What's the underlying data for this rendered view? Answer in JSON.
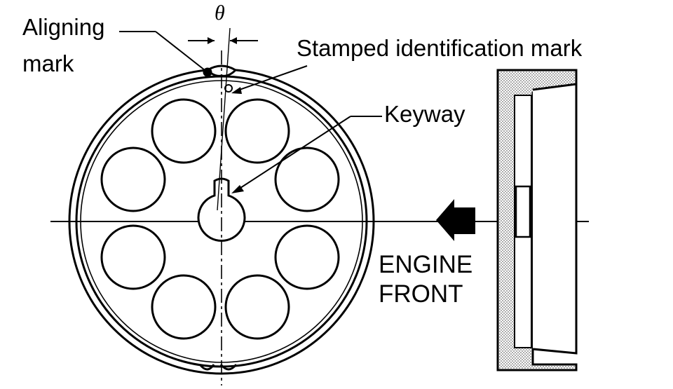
{
  "figure": {
    "labels": {
      "theta": "θ",
      "aligning_mark_line1": "Aligning",
      "aligning_mark_line2": "mark",
      "stamped_identification_mark": "Stamped identification mark",
      "keyway": "Keyway",
      "engine_line1": "ENGINE",
      "engine_line2": "FRONT"
    },
    "colors": {
      "ink": "#000000",
      "paper": "#ffffff",
      "stipple": "#000000"
    }
  }
}
